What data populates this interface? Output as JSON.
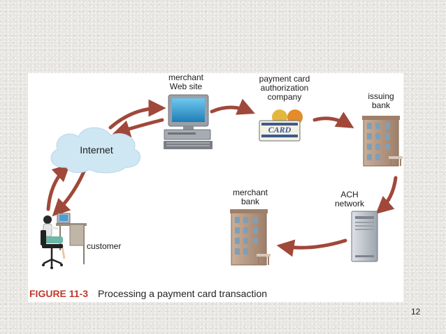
{
  "nodes": {
    "merchant_web_site": "merchant\nWeb site",
    "payment_card_company": "payment card\nauthorization\ncompany",
    "issuing_bank": "issuing\nbank",
    "internet": "Internet",
    "merchant_bank": "merchant\nbank",
    "ach_network": "ACH\nnetwork",
    "customer": "customer"
  },
  "card_text": "CARD",
  "caption": {
    "figure_number": "FIGURE 11-3",
    "text": "Processing a payment card transaction"
  },
  "page_number": "12",
  "colors": {
    "arrow": "#a0483a",
    "cloud": "#cfe6f3",
    "building": "#b79b86",
    "window": "#7f9fb8",
    "server": "#c7cbd2",
    "figure_label": "#c0392b"
  },
  "icons": [
    "cloud-icon",
    "computer-icon",
    "card-icon",
    "building-icon",
    "server-icon",
    "customer-at-desk-icon"
  ]
}
